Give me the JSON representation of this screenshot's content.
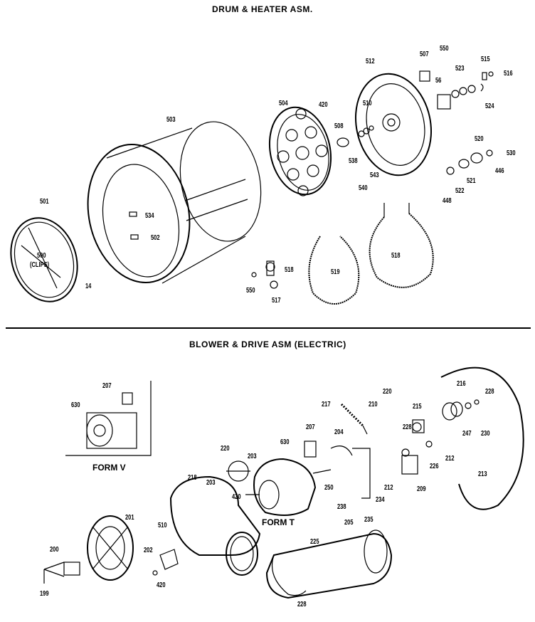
{
  "sections": {
    "top_title": "DRUM & HEATER ASM.",
    "bottom_title": "BLOWER & DRIVE ASM (ELECTRIC)"
  },
  "forms": {
    "form_v": "FORM V",
    "form_t": "FORM T"
  },
  "labels": {
    "l501": "501",
    "l500": "500",
    "l_clips": "(CLIPS)",
    "l14": "14",
    "l503": "503",
    "l534": "534",
    "l502": "502",
    "l504": "504",
    "l550a": "550",
    "l518a": "518",
    "l517": "517",
    "l519": "519",
    "l518b": "518",
    "l420a": "420",
    "l512": "512",
    "l508": "508",
    "l510": "510",
    "l538": "538",
    "l540": "540",
    "l543": "543",
    "l507": "507",
    "l550b": "550",
    "l56": "56",
    "l523": "523",
    "l515": "515",
    "l516": "516",
    "l524": "524",
    "l520": "520",
    "l530": "530",
    "l446": "446",
    "l521": "521",
    "l522": "522",
    "l448": "448",
    "l207a": "207",
    "l630a": "630",
    "l220a": "220",
    "l203a": "203",
    "l203b": "203",
    "l420b": "420",
    "l630b": "630",
    "l207b": "207",
    "l204": "204",
    "l217": "217",
    "l210": "210",
    "l220b": "220",
    "l250": "250",
    "l238": "238",
    "l205": "205",
    "l235": "235",
    "l234": "234",
    "l212a": "212",
    "l218": "218",
    "l510b": "510",
    "l201": "201",
    "l202": "202",
    "l200": "200",
    "l199": "199",
    "l420c": "420",
    "l225": "225",
    "l228a": "228",
    "l216": "216",
    "l228b": "228",
    "l215": "215",
    "l228c": "228",
    "l247": "247",
    "l230": "230",
    "l212b": "212",
    "l226": "226",
    "l209": "209",
    "l213": "213"
  }
}
